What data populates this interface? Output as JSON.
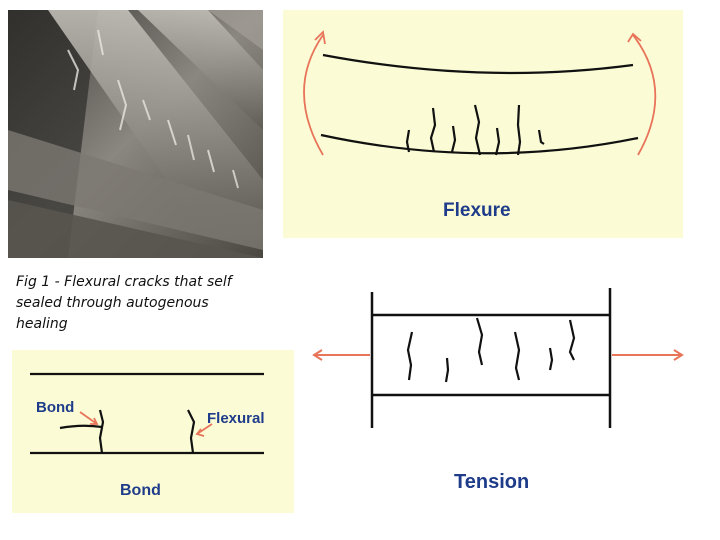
{
  "caption": "Fig 1 - Flexural cracks that self sealed through autogenous healing",
  "flexure": {
    "label": "Flexure"
  },
  "tension": {
    "label": "Tension"
  },
  "bond": {
    "label_bottom": "Bond",
    "label_left": "Bond",
    "label_right": "Flexural"
  },
  "colors": {
    "panel_bg": "#fbfcd6",
    "arrow": "#e8745a",
    "label_blue": "#1f3c8a",
    "line": "#111111"
  },
  "icons": {
    "photo": "concrete-beam-photo"
  }
}
